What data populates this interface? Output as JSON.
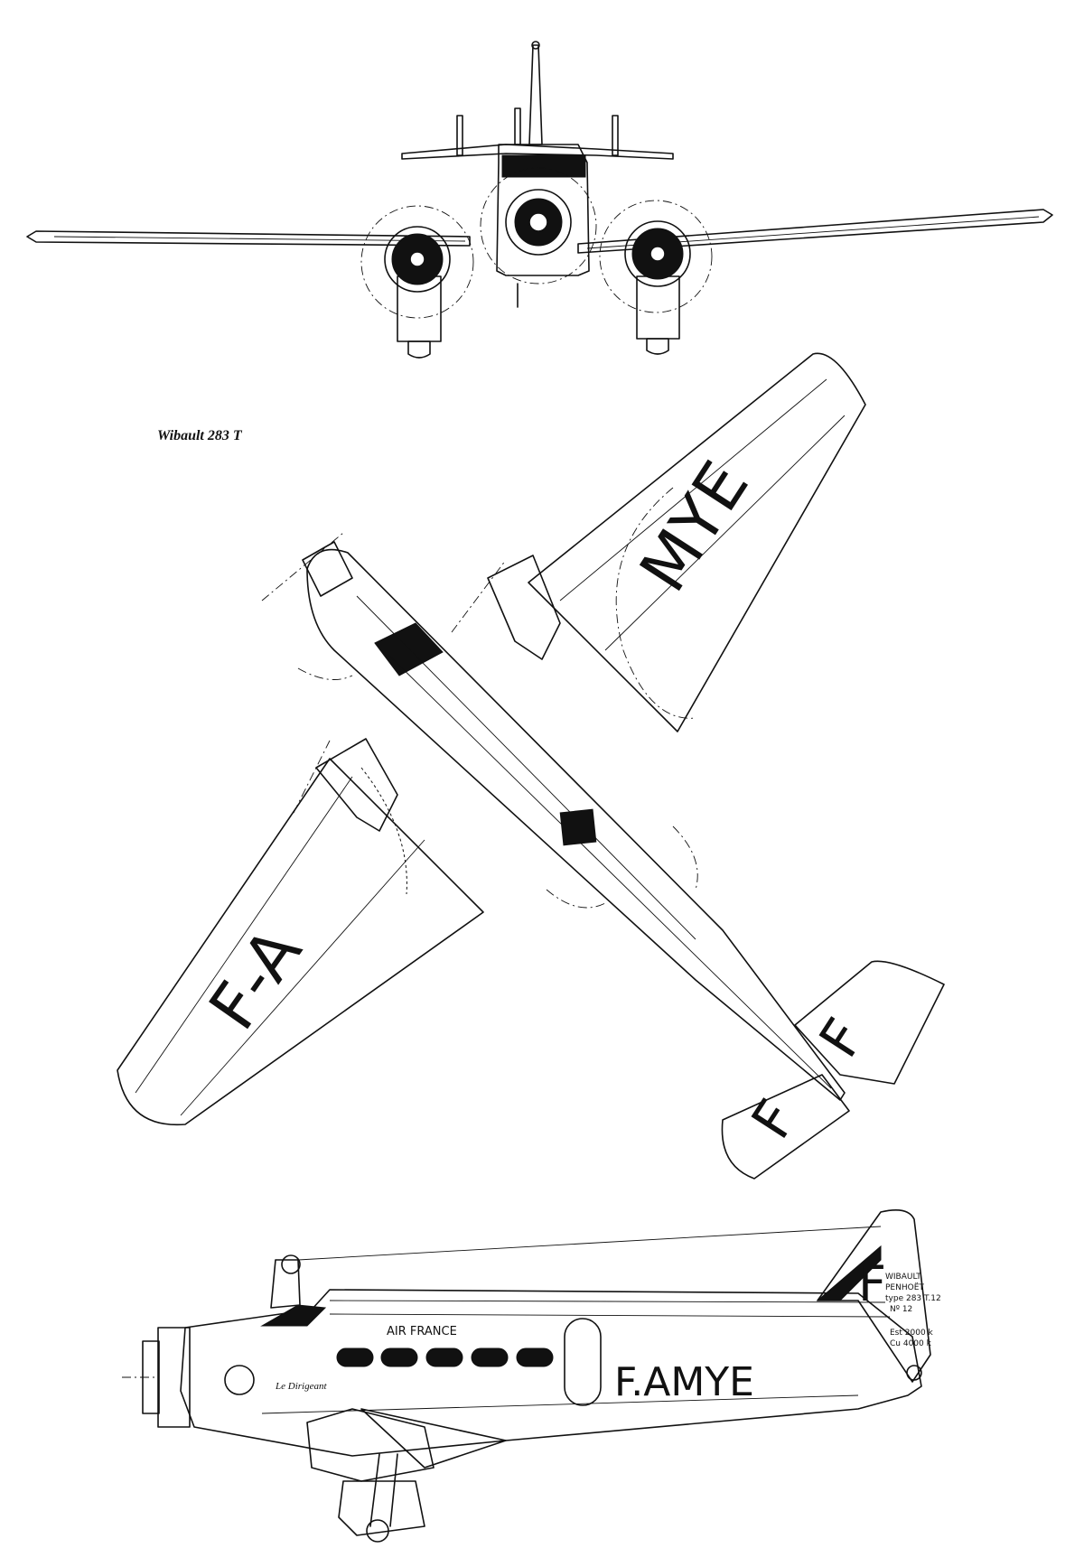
{
  "title": "Wibault 283 T",
  "markings": {
    "wing_upper": "MYE",
    "wing_lower": "F-A",
    "tail_upper": "F",
    "tail_lower": "F",
    "fin": "F",
    "fuselage_side": "F.AMYE",
    "airline": "AIR FRANCE",
    "nose_script": "Le Dirigeant",
    "fin_inscription": [
      "WIBAULT",
      "PENHOËT",
      "type 283 T.12",
      "Nº 12"
    ],
    "weights": [
      "Est 2000 k",
      "Cu 4000 k"
    ]
  }
}
